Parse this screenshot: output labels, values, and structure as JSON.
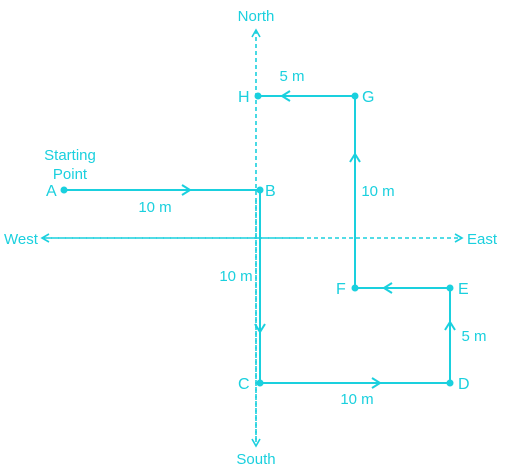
{
  "directions": {
    "north": "North",
    "south": "South",
    "west": "West",
    "east": "East"
  },
  "points": {
    "start_line1": "Starting",
    "start_line2": "Point",
    "A": "A",
    "B": "B",
    "C": "C",
    "D": "D",
    "E": "E",
    "F": "F",
    "G": "G",
    "H": "H"
  },
  "distances": {
    "AB": "10 m",
    "BC": "10 m",
    "CD": "10 m",
    "DE": "5 m",
    "FG": "10 m",
    "GH": "5 m"
  },
  "colors": {
    "line": "#1ad0de"
  }
}
